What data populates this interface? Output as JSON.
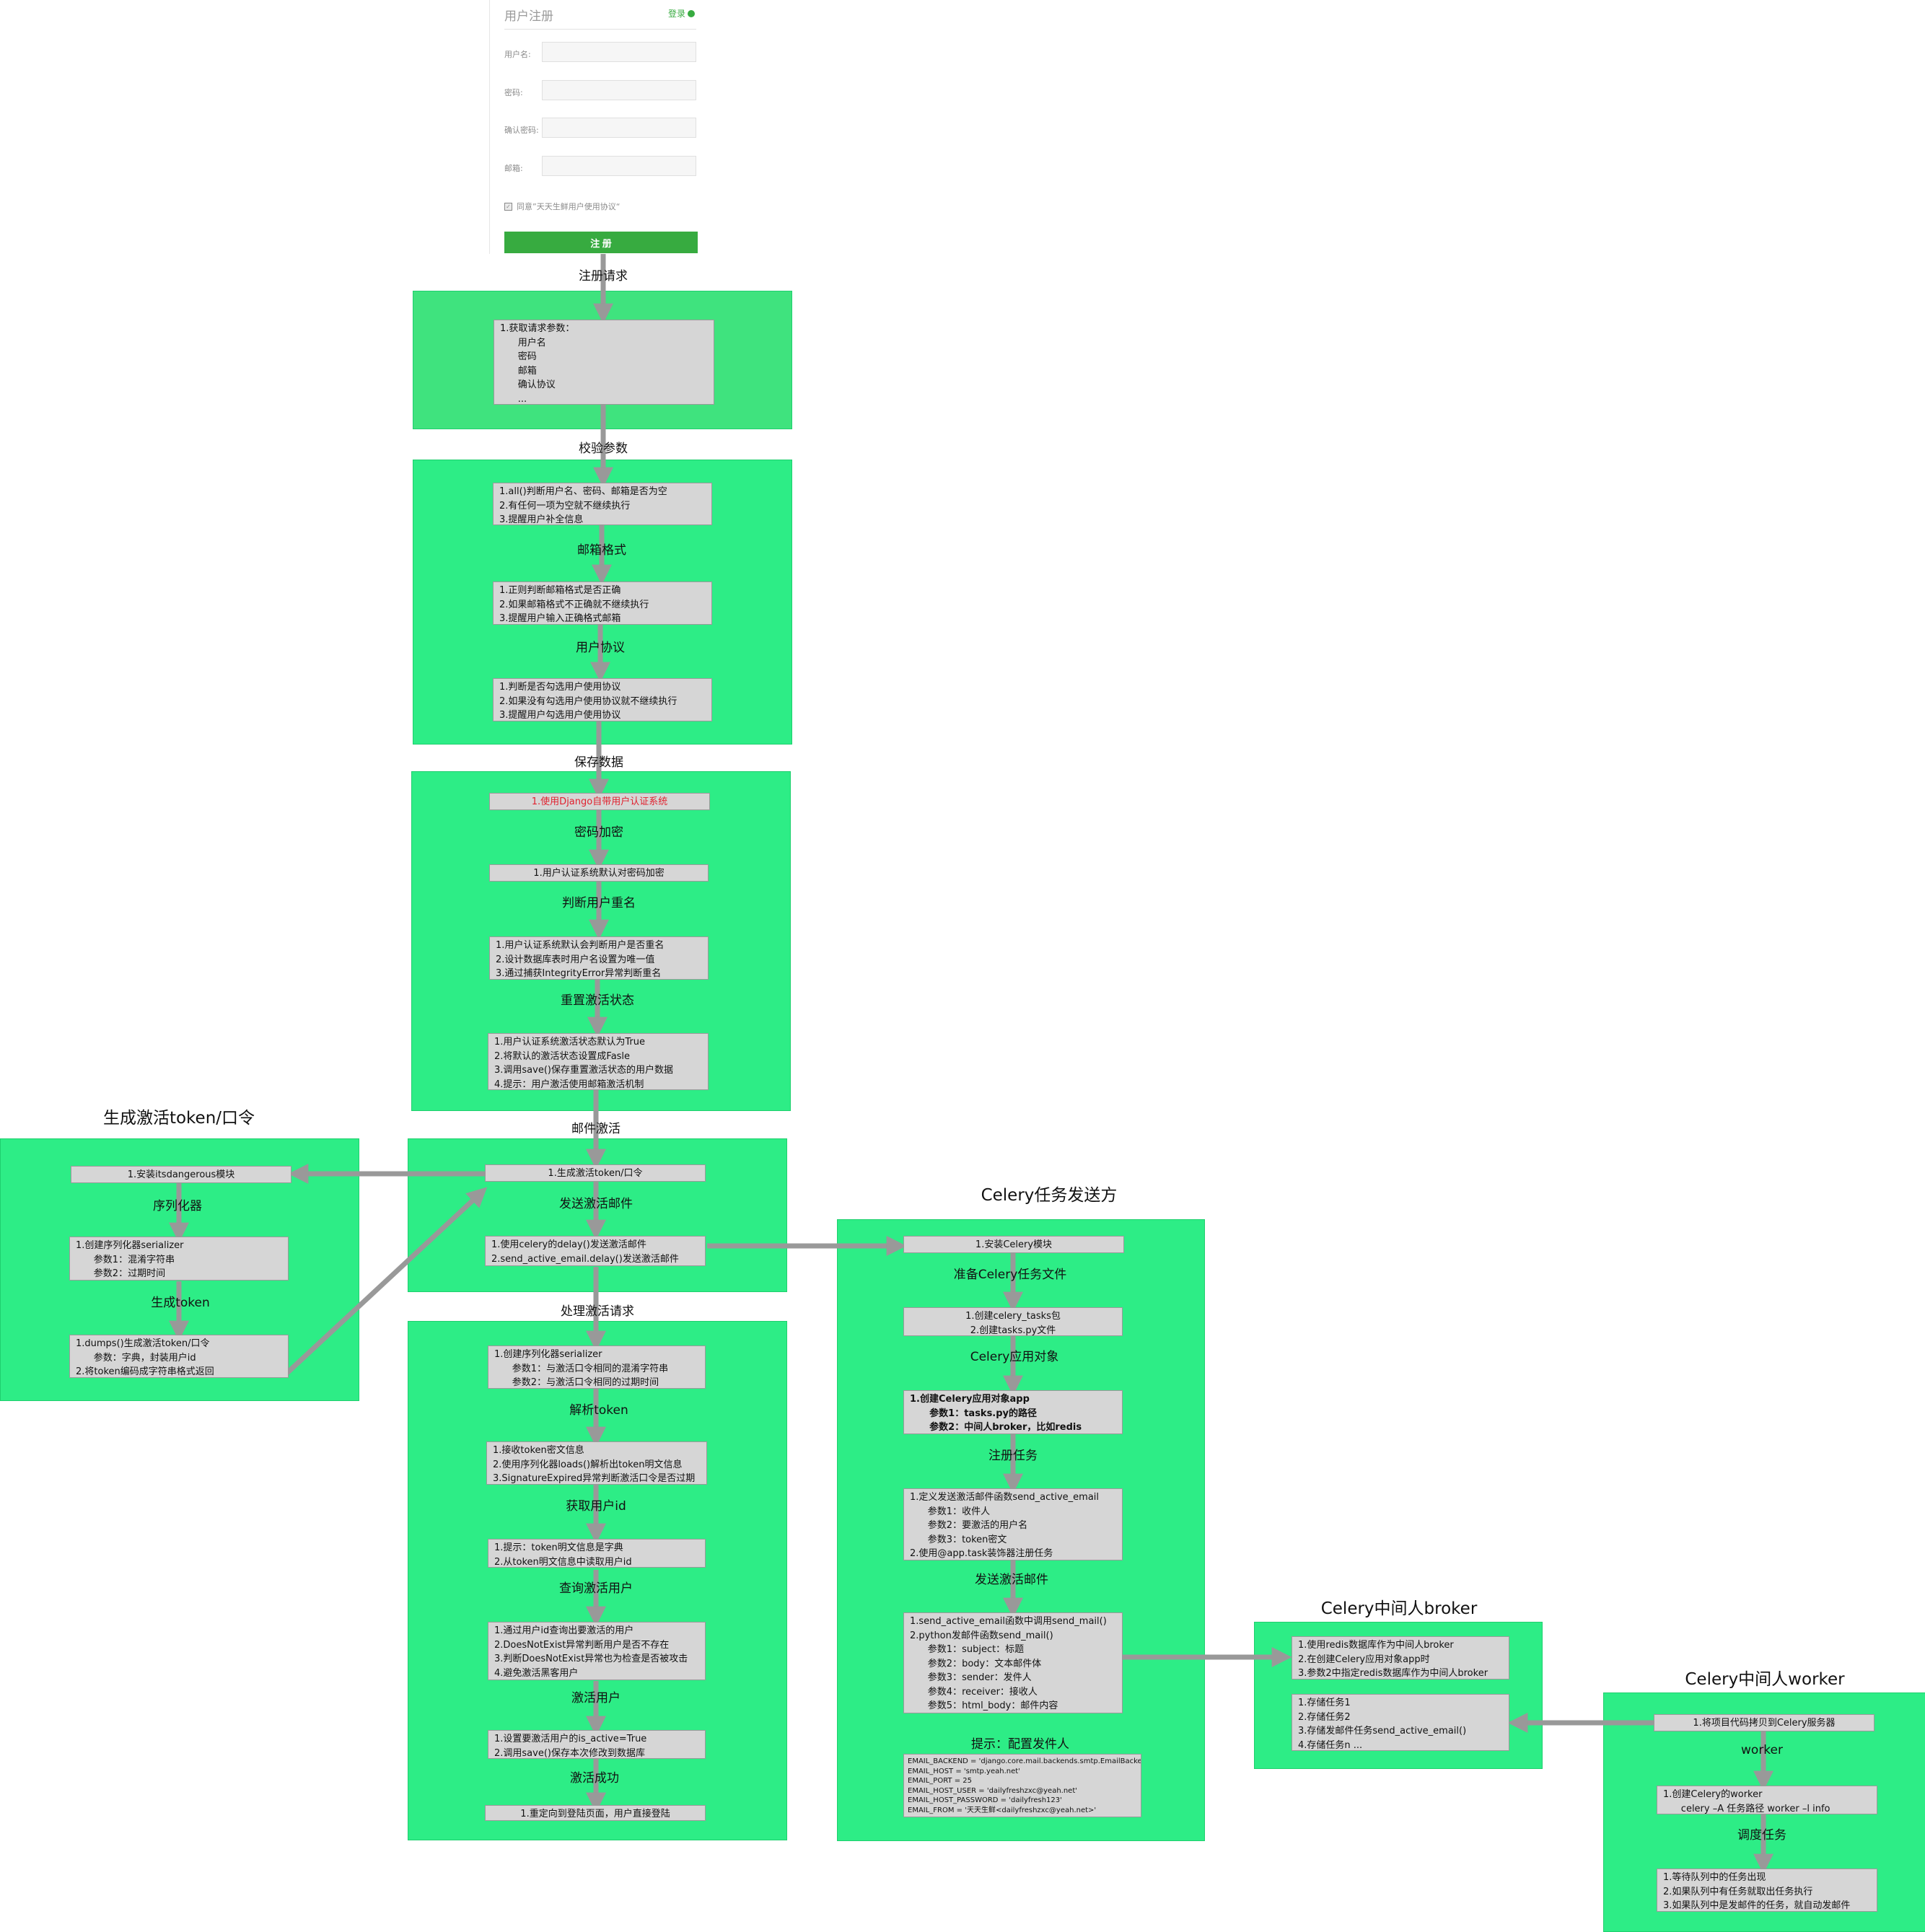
{
  "form": {
    "title": "用户注册",
    "login_link": "登录",
    "fields": [
      {
        "label": "用户名:"
      },
      {
        "label": "密码:"
      },
      {
        "label": "确认密码:"
      },
      {
        "label": "邮箱:"
      }
    ],
    "agree_text": "同意”天天生鲜用户使用协议“",
    "submit_label": "注 册"
  },
  "titles": {
    "token_panel": "生成激活token/口令",
    "celery_sender": "Celery任务发送方",
    "broker": "Celery中间人broker",
    "worker": "Celery中间人worker"
  },
  "main": {
    "request_label": "注册请求",
    "request_note": "1.获取请求参数：\n      用户名\n      密码\n      邮箱\n      确认协议\n      ...",
    "validate_label": "校验参数",
    "validate_note": "1.all()判断用户名、密码、邮箱是否为空\n2.有任何一项为空就不继续执行\n3.提醒用户补全信息",
    "email_format_label": "邮箱格式",
    "email_format_note": "1.正则判断邮箱格式是否正确\n2.如果邮箱格式不正确就不继续执行\n3.提醒用户输入正确格式邮箱",
    "protocol_label": "用户协议",
    "protocol_note": "1.判断是否勾选用户使用协议\n2.如果没有勾选用户使用协议就不继续执行\n3.提醒用户勾选用户使用协议",
    "save_label": "保存数据",
    "save_note": "1.使用Django自带用户认证系统",
    "encrypt_label": "密码加密",
    "encrypt_note": "1.用户认证系统默认对密码加密",
    "dup_label": "判断用户重名",
    "dup_note": "1.用户认证系统默认会判断用户是否重名\n2.设计数据库表时用户名设置为唯一值\n3.通过捕获IntegrityError异常判断重名",
    "reset_label": "重置激活状态",
    "reset_note": "1.用户认证系统激活状态默认为True\n2.将默认的激活状态设置成Fasle\n3.调用save()保存重置激活状态的用户数据\n4.提示：用户激活使用邮箱激活机制",
    "mail_activate_label": "邮件激活",
    "gen_token_note": "1.生成激活token/口令",
    "send_mail_label": "发送激活邮件",
    "send_mail_note": "1.使用celery的delay()发送激活邮件\n2.send_active_email.delay()发送激活邮件",
    "handle_label": "处理激活请求",
    "handle_note": "1.创建序列化器serializer\n      参数1：与激活口令相同的混淆字符串\n      参数2：与激活口令相同的过期时间",
    "parse_label": "解析token",
    "parse_note": "1.接收token密文信息\n2.使用序列化器loads()解析出token明文信息\n3.SignatureExpired异常判断激活口令是否过期",
    "getid_label": "获取用户id",
    "getid_note": "1.提示：token明文信息是字典\n2.从token明文信息中读取用户id",
    "query_label": "查询激活用户",
    "query_note": "1.通过用户id查询出要激活的用户\n2.DoesNotExist异常判断用户是否不存在\n3.判断DoesNotExist异常也为检查是否被攻击\n4.避免激活黑客用户",
    "activate_label": "激活用户",
    "activate_note": "1.设置要激活用户的is_active=True\n2.调用save()保存本次修改到数据库",
    "success_label": "激活成功",
    "success_note": "1.重定向到登陆页面，用户直接登陆"
  },
  "token": {
    "install_note": "1.安装itsdangerous模块",
    "serializer_label": "序列化器",
    "serializer_note": "1.创建序列化器serializer\n      参数1：混淆字符串\n      参数2：过期时间",
    "gen_label": "生成token",
    "gen_note": "1.dumps()生成激活token/口令\n      参数：字典，封装用户id\n2.将token编码成字符串格式返回"
  },
  "celery": {
    "install_note": "1.安装Celery模块",
    "prepare_label": "准备Celery任务文件",
    "prepare_note": "1.创建celery_tasks包\n2.创建tasks.py文件",
    "app_label": "Celery应用对象",
    "app_note": "1.创建Celery应用对象app\n      参数1：tasks.py的路径\n      参数2：中间人broker，比如redis",
    "register_label": "注册任务",
    "register_note": "1.定义发送激活邮件函数send_active_email\n      参数1：收件人\n      参数2：要激活的用户名\n      参数3：token密文\n2.使用@app.task装饰器注册任务",
    "send_label": "发送激活邮件",
    "send_note": "1.send_active_email函数中调用send_mail()\n2.python发邮件函数send_mail()\n      参数1：subject：标题\n      参数2：body：文本邮件体\n      参数3：sender：发件人\n      参数4：receiver：接收人\n      参数5：html_body：邮件内容",
    "config_label": "提示：配置发件人",
    "config_note": "EMAIL_BACKEND = 'django.core.mail.backends.smtp.EmailBackend'\nEMAIL_HOST = 'smtp.yeah.net'\nEMAIL_PORT = 25\nEMAIL_HOST_USER = 'dailyfreshzxc@yeah.net'\nEMAIL_HOST_PASSWORD = 'dailyfresh123'\nEMAIL_FROM = '天天生鲜<dailyfreshzxc@yeah.net>'"
  },
  "broker": {
    "note1": "1.使用redis数据库作为中间人broker\n2.在创建Celery应用对象app时\n3.参数2中指定redis数据库作为中间人broker",
    "note2": "1.存储任务1\n2.存储任务2\n3.存储发邮件任务send_active_email()\n4.存储任务n ..."
  },
  "worker": {
    "copy_note": "1.将项目代码拷贝到Celery服务器",
    "worker_label": "worker",
    "worker_note": "1.创建Celery的worker\n      celery –A 任务路径 worker –l info",
    "dispatch_label": "调度任务",
    "dispatch_note": "1.等待队列中的任务出现\n2.如果队列中有任务就取出任务执行\n3.如果队列中是发邮件的任务，就自动发邮件"
  },
  "colors": {
    "panel": "#2ded86",
    "panel_top": "#3fe37e",
    "note_bg": "#d6d6d6",
    "arrow": "#999999",
    "button": "#37ab40",
    "highlight_text": "#e0212e"
  }
}
